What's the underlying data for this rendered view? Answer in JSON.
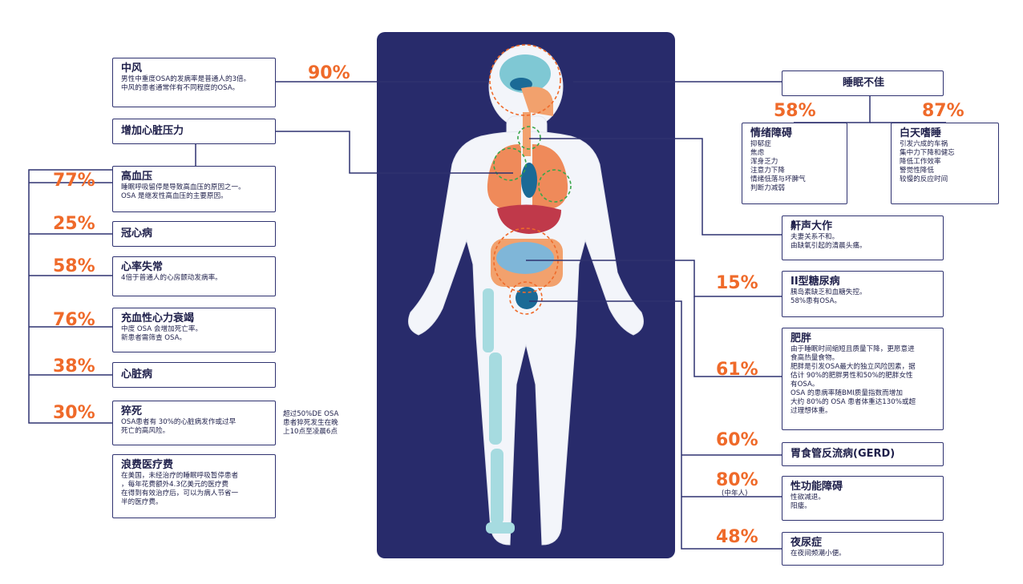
{
  "colors": {
    "navy": "#282b6b",
    "accent_orange": "#ef6a2a",
    "border": "#2f3270"
  },
  "left": {
    "stroke": {
      "title": "中风",
      "pct": "90%",
      "lines": [
        "男性中重度OSA的发病率是普通人的3倍。",
        "中风的患者通常伴有不同程度的OSA。"
      ]
    },
    "heart_stress": {
      "title": "增加心脏压力"
    },
    "hypertension": {
      "title": "高血压",
      "pct": "77%",
      "lines": [
        "睡眠呼吸留停是导致高血压的原因之一。",
        "OSA 是继发性高血压的主要原因。"
      ]
    },
    "chd": {
      "title": "冠心病",
      "pct": "25%"
    },
    "arrhythmia": {
      "title": "心率失常",
      "pct": "58%",
      "lines": [
        "4倍于普通人的心房颤动发病率。"
      ]
    },
    "chf": {
      "title": "充血性心力衰竭",
      "pct": "76%",
      "lines": [
        "中度 OSA 会增加死亡率。",
        "新患者需筛查 OSA。"
      ]
    },
    "heart_disease": {
      "title": "心脏病",
      "pct": "38%"
    },
    "sudden_death": {
      "title": "猝死",
      "pct": "30%",
      "lines": [
        "OSA患者有 30%的心脏病发作或过早",
        "死亡的高风险。"
      ],
      "note": [
        "超过50%DE OSA",
        "患者猝死发生在晚",
        "上10点至凌晨6点"
      ]
    },
    "medical_cost": {
      "title": "浪费医疗费",
      "lines": [
        "在美国，未经治疗的睡眠呼吸暂停患者",
        "，每年花费额外4.3亿美元的医疗费",
        "在得到有效治疗后，可以为病人节省一",
        "半的医疗费。"
      ]
    }
  },
  "right": {
    "poor_sleep": {
      "title": "睡眠不佳"
    },
    "mood": {
      "title": "情绪障碍",
      "pct": "58%",
      "lines": [
        "抑郁症",
        "焦虑",
        "浑身乏力",
        "注意力下降",
        "情绪低落与坏脾气",
        "判断力减弱"
      ]
    },
    "daytime_sleepy": {
      "title": "白天嗜睡",
      "pct": "87%",
      "lines": [
        "引发六成的车祸",
        "集中力下降和健忘",
        "降低工作效率",
        "警觉性降低",
        "较慢的反应时间"
      ]
    },
    "snoring": {
      "title": "鼾声大作",
      "lines": [
        "夫妻关系不和。",
        "由缺氧引起的清晨头痛。"
      ]
    },
    "diabetes": {
      "title": "II型糖尿病",
      "pct": "15%",
      "lines": [
        "胰岛素缺乏和血糖失控。",
        "58%患有OSA。"
      ]
    },
    "obesity": {
      "title": "肥胖",
      "pct": "61%",
      "lines": [
        "由于睡眠时间缩短且质量下降，更愿意进",
        "食高热量食物。",
        "肥胖是引发OSA最大的独立风险因素，据",
        "估计 90%的肥胖男性和50%的肥胖女性",
        "有OSA。",
        "OSA 的患病率随BMI质量指数而增加",
        "大约 80%的 OSA 患者体重达130%或超",
        "过理想体重。"
      ]
    },
    "gerd": {
      "title": "胃食管反流病(GERD)",
      "pct": "60%"
    },
    "sexual": {
      "title": "性功能障碍",
      "pct": "80%",
      "pct_note": "(中年人)",
      "lines": [
        "性欲减退。",
        "阳痿。"
      ]
    },
    "nocturia": {
      "title": "夜尿症",
      "pct": "48%",
      "lines": [
        "在夜间频潮小便。"
      ]
    }
  }
}
